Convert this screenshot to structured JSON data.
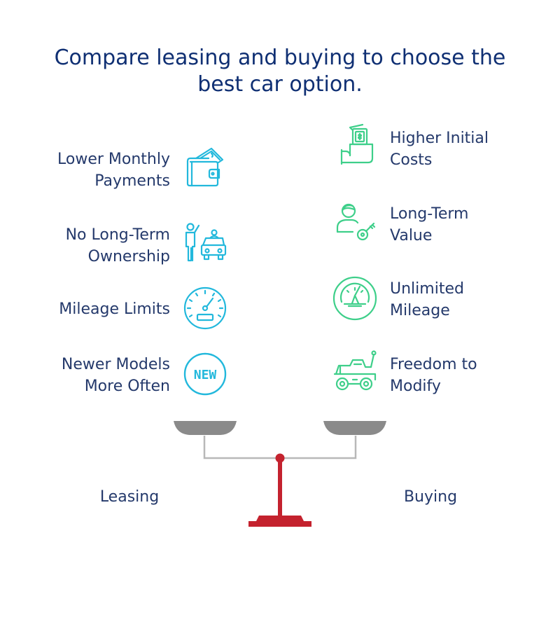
{
  "title": {
    "line1": "Compare leasing and buying to choose the",
    "line2": "best car option."
  },
  "leasing": {
    "label": "Leasing",
    "items": [
      {
        "line1": "Lower Monthly",
        "line2": "Payments",
        "icon": "wallet-icon"
      },
      {
        "line1": "No Long-Term",
        "line2": "Ownership",
        "icon": "person-car-icon"
      },
      {
        "line1": "Mileage Limits",
        "line2": "",
        "icon": "speedometer-icon"
      },
      {
        "line1": "Newer Models",
        "line2": "More Often",
        "icon": "new-badge-icon"
      }
    ]
  },
  "buying": {
    "label": "Buying",
    "items": [
      {
        "line1": "Higher Initial",
        "line2": "Costs",
        "icon": "hand-money-icon"
      },
      {
        "line1": "Long-Term",
        "line2": "Value",
        "icon": "person-key-icon"
      },
      {
        "line1": "Unlimited",
        "line2": "Mileage",
        "icon": "gauge-icon"
      },
      {
        "line1": "Freedom to",
        "line2": "Modify",
        "icon": "offroad-vehicle-icon"
      }
    ]
  },
  "badge_text": "NEW",
  "colors": {
    "title": "#0f2f73",
    "text": "#24396b",
    "leasing_icon": "#22b8dc",
    "buying_icon": "#3ecf8a",
    "pan": "#8a8a8a",
    "beam": "#b8b8b8",
    "stand": "#c4222e"
  }
}
